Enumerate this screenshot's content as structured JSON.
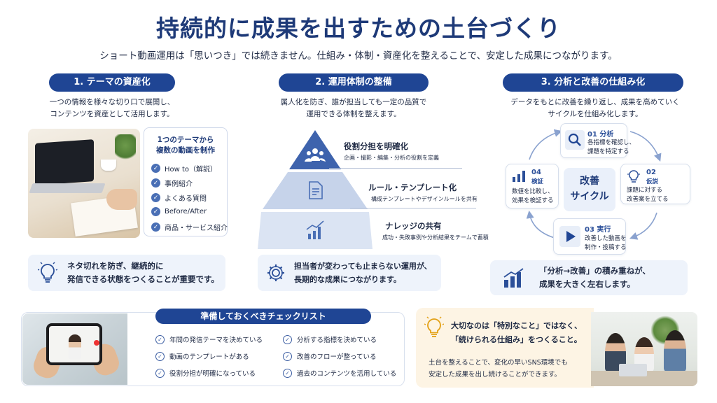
{
  "page": {
    "title": "持続的に成果を出すための土台づくり",
    "subtitle": "ショート動画運用は「思いつき」では続きません。仕組み・体制・資産化を整えることで、安定した成果につながります。"
  },
  "sections": [
    {
      "heading": "1. テーマの資産化",
      "desc_lines": [
        "一つの情報を様々な切り口で展開し、",
        "コンテンツを資産として活用します。"
      ],
      "card_head_lines": [
        "1つのテーマから",
        "複数の動画を制作"
      ],
      "items": [
        "How to（解説）",
        "事例紹介",
        "よくある質問",
        "Before/After",
        "商品・サービス紹介"
      ],
      "note_lines": [
        "ネタ切れを防ぎ、継続的に",
        "発信できる状態をつくることが重要です。"
      ],
      "icon": "lightbulb-icon"
    },
    {
      "heading": "2. 運用体制の整備",
      "desc_lines": [
        "属人化を防ぎ、誰が担当しても一定の品質で",
        "運用できる体制を整えます。"
      ],
      "pyramid": [
        {
          "label": "役割分担を明確化",
          "sub": "企画・撮影・編集・分析の役割を定義",
          "icon": "team-icon"
        },
        {
          "label": "ルール・テンプレート化",
          "sub": "構成テンプレートやデザインルールを共有",
          "icon": "document-icon"
        },
        {
          "label": "ナレッジの共有",
          "sub": "成功・失敗事例や分析結果をチームで蓄積",
          "icon": "growth-chart-icon"
        }
      ],
      "note_lines": [
        "担当者が変わっても止まらない運用が、",
        "長期的な成果につながります。"
      ],
      "icon": "gear-icon"
    },
    {
      "heading": "3. 分析と改善の仕組み化",
      "desc_lines": [
        "データをもとに改善を繰り返し、成果を高めていく",
        "サイクルを仕組み化します。"
      ],
      "cycle_center": [
        "改善",
        "サイクル"
      ],
      "cycle": [
        {
          "num": "01 分析",
          "lines": [
            "各指標を確認し、",
            "課題を特定する"
          ],
          "icon": "magnifier-icon"
        },
        {
          "num": "02",
          "num2": "仮説",
          "lines": [
            "課題に対する",
            "改善案を立てる"
          ],
          "icon": "idea-icon"
        },
        {
          "num": "03 実行",
          "lines": [
            "改善した動画を",
            "制作・投稿する"
          ],
          "icon": "play-icon"
        },
        {
          "num": "04",
          "num2": "検証",
          "lines": [
            "数値を比較し、",
            "効果を検証する"
          ],
          "icon": "bar-chart-icon"
        }
      ],
      "note_lines": [
        "「分析→改善」の積み重ねが、",
        "成果を大きく左右します。"
      ],
      "icon": "rising-bars-icon"
    }
  ],
  "checklist": {
    "heading": "準備しておくべきチェックリスト",
    "left": [
      "年間の発信テーマを決めている",
      "動画のテンプレートがある",
      "役割分担が明確になっている"
    ],
    "right": [
      "分析する指標を決めている",
      "改善のフローが整っている",
      "過去のコンテンツを活用している"
    ]
  },
  "closing": {
    "lead_lines": [
      "大切なのは「特別なこと」ではなく、",
      "「続けられる仕組み」をつくること。"
    ],
    "body_lines": [
      "土台を整えることで、変化の早いSNS環境でも",
      "安定した成果を出し続けることができます。"
    ]
  },
  "colors": {
    "brand": "#1f4594",
    "title": "#1e3a78",
    "pyramid_top": "#3e63ad",
    "pyramid_mid": "#c6d3ea",
    "pyramid_bottom": "#dbe4f3",
    "note_bg": "#eef3fb",
    "warm_bg": "#fdf4e4"
  }
}
